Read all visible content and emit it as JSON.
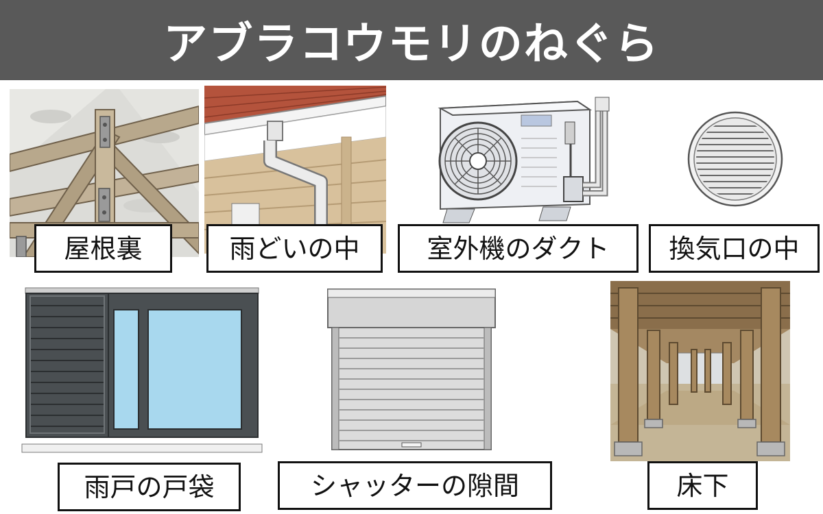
{
  "header": {
    "title": "アブラコウモリのねぐら",
    "background_color": "#595959",
    "text_color": "#ffffff"
  },
  "roosts": [
    {
      "label": "屋根裏",
      "icon": "attic-beams-icon"
    },
    {
      "label": "雨どいの中",
      "icon": "rain-gutter-icon"
    },
    {
      "label": "室外機のダクト",
      "icon": "ac-outdoor-unit-icon"
    },
    {
      "label": "換気口の中",
      "icon": "round-vent-icon"
    },
    {
      "label": "雨戸の戸袋",
      "icon": "shutter-box-window-icon"
    },
    {
      "label": "シャッターの隙間",
      "icon": "rolling-shutter-icon"
    },
    {
      "label": "床下",
      "icon": "crawl-space-icon"
    }
  ]
}
